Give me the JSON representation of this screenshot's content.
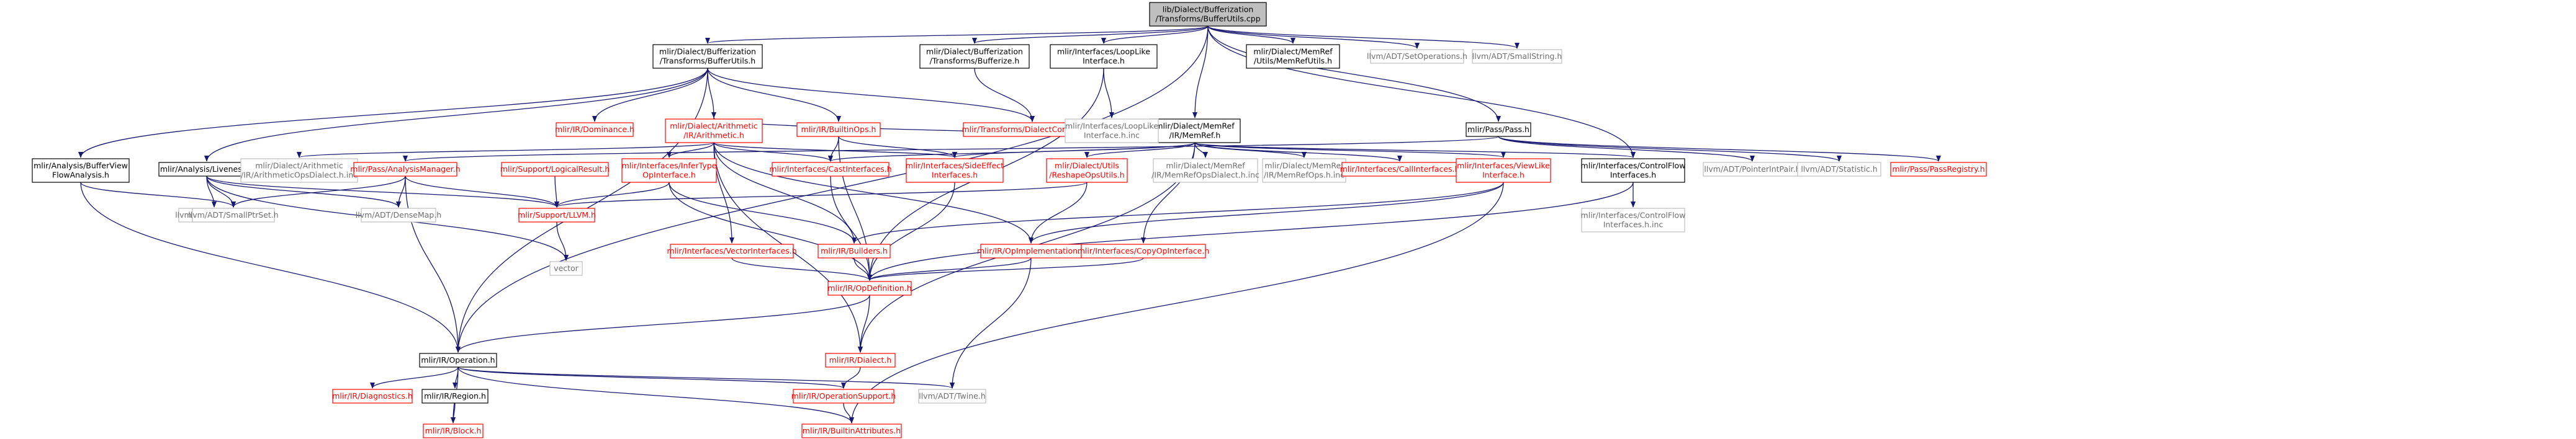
{
  "colors": {
    "edge": "#191970",
    "root_fill": "#bfbfbf",
    "documented_stroke": "#000000",
    "undocumented_stroke": "#bfbfbf",
    "missing_stroke": "#ff0000",
    "text_normal": "#000000",
    "text_gray": "#6e6e6e",
    "text_red": "#ff0000"
  },
  "nodes": [
    {
      "id": "root",
      "lines": [
        "lib/Dialect/Bufferization",
        "/Transforms/BufferUtils.cpp"
      ],
      "style": "root"
    },
    {
      "id": "bufferutils_h",
      "lines": [
        "mlir/Dialect/Bufferization",
        "/Transforms/BufferUtils.h"
      ],
      "style": "documented"
    },
    {
      "id": "bufferize_h",
      "lines": [
        "mlir/Dialect/Bufferization",
        "/Transforms/Bufferize.h"
      ],
      "style": "documented"
    },
    {
      "id": "looplike_h",
      "lines": [
        "mlir/Interfaces/LoopLike",
        "Interface.h"
      ],
      "style": "documented"
    },
    {
      "id": "memref_h",
      "lines": [
        "mlir/Dialect/MemRef",
        "/IR/MemRef.h"
      ],
      "style": "documented"
    },
    {
      "id": "memrefutils_h",
      "lines": [
        "mlir/Dialect/MemRef",
        "/Utils/MemRefUtils.h"
      ],
      "style": "documented"
    },
    {
      "id": "setops",
      "lines": [
        "llvm/ADT/SetOperations.h"
      ],
      "style": "undocumented"
    },
    {
      "id": "smallstring",
      "lines": [
        "llvm/ADT/SmallString.h"
      ],
      "style": "undocumented"
    },
    {
      "id": "pass_h",
      "lines": [
        "mlir/Pass/Pass.h"
      ],
      "style": "documented"
    },
    {
      "id": "dominance",
      "lines": [
        "mlir/IR/Dominance.h"
      ],
      "style": "missing"
    },
    {
      "id": "arith_h",
      "lines": [
        "mlir/Dialect/Arithmetic",
        "/IR/Arithmetic.h"
      ],
      "style": "missing"
    },
    {
      "id": "builtinops",
      "lines": [
        "mlir/IR/BuiltinOps.h"
      ],
      "style": "missing"
    },
    {
      "id": "dialectconv",
      "lines": [
        "mlir/Transforms/DialectConversion.h"
      ],
      "style": "missing"
    },
    {
      "id": "looplike_inc",
      "lines": [
        "mlir/Interfaces/LoopLike",
        "Interface.h.inc"
      ],
      "style": "undocumented"
    },
    {
      "id": "bufferview",
      "lines": [
        "mlir/Analysis/BufferView",
        "FlowAnalysis.h"
      ],
      "style": "documented"
    },
    {
      "id": "liveness",
      "lines": [
        "mlir/Analysis/Liveness.h"
      ],
      "style": "documented"
    },
    {
      "id": "arith_inc",
      "lines": [
        "mlir/Dialect/Arithmetic",
        "/IR/ArithmeticOpsDialect.h.inc"
      ],
      "style": "undocumented"
    },
    {
      "id": "analysismgr",
      "lines": [
        "mlir/Pass/AnalysisManager.h"
      ],
      "style": "missing"
    },
    {
      "id": "logicalresult",
      "lines": [
        "mlir/Support/LogicalResult.h"
      ],
      "style": "missing"
    },
    {
      "id": "infertype",
      "lines": [
        "mlir/Interfaces/InferType",
        "OpInterface.h"
      ],
      "style": "missing"
    },
    {
      "id": "castiface",
      "lines": [
        "mlir/Interfaces/CastInterfaces.h"
      ],
      "style": "missing"
    },
    {
      "id": "sideeffect",
      "lines": [
        "mlir/Interfaces/SideEffect",
        "Interfaces.h"
      ],
      "style": "missing"
    },
    {
      "id": "reshapeutils",
      "lines": [
        "mlir/Dialect/Utils",
        "/ReshapeOpsUtils.h"
      ],
      "style": "missing"
    },
    {
      "id": "memrefdialect_inc",
      "lines": [
        "mlir/Dialect/MemRef",
        "/IR/MemRefOpsDialect.h.inc"
      ],
      "style": "undocumented"
    },
    {
      "id": "memrefops_inc",
      "lines": [
        "mlir/Dialect/MemRef",
        "/IR/MemRefOps.h.inc"
      ],
      "style": "undocumented"
    },
    {
      "id": "calliface",
      "lines": [
        "mlir/Interfaces/CallInterfaces.h"
      ],
      "style": "missing"
    },
    {
      "id": "viewlike",
      "lines": [
        "mlir/Interfaces/ViewLike",
        "Interface.h"
      ],
      "style": "missing"
    },
    {
      "id": "controlflow",
      "lines": [
        "mlir/Interfaces/ControlFlow",
        "Interfaces.h"
      ],
      "style": "documented"
    },
    {
      "id": "pointerintpair",
      "lines": [
        "llvm/ADT/PointerIntPair.h"
      ],
      "style": "undocumented"
    },
    {
      "id": "statistic",
      "lines": [
        "llvm/ADT/Statistic.h"
      ],
      "style": "undocumented"
    },
    {
      "id": "passregistry",
      "lines": [
        "mlir/Pass/PassRegistry.h"
      ],
      "style": "missing"
    },
    {
      "id": "arrayref",
      "lines": [
        "llvm/ADT/ArrayRef.h"
      ],
      "style": "undocumented"
    },
    {
      "id": "smallptrset",
      "lines": [
        "llvm/ADT/SmallPtrSet.h"
      ],
      "style": "undocumented"
    },
    {
      "id": "densemap",
      "lines": [
        "llvm/ADT/DenseMap.h"
      ],
      "style": "undocumented"
    },
    {
      "id": "llvm_h",
      "lines": [
        "mlir/Support/LLVM.h"
      ],
      "style": "missing"
    },
    {
      "id": "vectoriface",
      "lines": [
        "mlir/Interfaces/VectorInterfaces.h"
      ],
      "style": "missing"
    },
    {
      "id": "builders",
      "lines": [
        "mlir/IR/Builders.h"
      ],
      "style": "missing"
    },
    {
      "id": "opimpl",
      "lines": [
        "mlir/IR/OpImplementation.h"
      ],
      "style": "missing"
    },
    {
      "id": "copyop",
      "lines": [
        "mlir/Interfaces/CopyOpInterface.h"
      ],
      "style": "missing"
    },
    {
      "id": "controlflow_inc",
      "lines": [
        "mlir/Interfaces/ControlFlow",
        "Interfaces.h.inc"
      ],
      "style": "undocumented"
    },
    {
      "id": "vector",
      "lines": [
        "vector"
      ],
      "style": "undocumented"
    },
    {
      "id": "opdefinition",
      "lines": [
        "mlir/IR/OpDefinition.h"
      ],
      "style": "missing"
    },
    {
      "id": "operation",
      "lines": [
        "mlir/IR/Operation.h"
      ],
      "style": "documented"
    },
    {
      "id": "dialect_h",
      "lines": [
        "mlir/IR/Dialect.h"
      ],
      "style": "missing"
    },
    {
      "id": "diagnostics",
      "lines": [
        "mlir/IR/Diagnostics.h"
      ],
      "style": "missing"
    },
    {
      "id": "region",
      "lines": [
        "mlir/IR/Region.h"
      ],
      "style": "documented"
    },
    {
      "id": "opsupport",
      "lines": [
        "mlir/IR/OperationSupport.h"
      ],
      "style": "missing"
    },
    {
      "id": "twine",
      "lines": [
        "llvm/ADT/Twine.h"
      ],
      "style": "undocumented"
    },
    {
      "id": "block",
      "lines": [
        "mlir/IR/Block.h"
      ],
      "style": "missing"
    },
    {
      "id": "builtinattr",
      "lines": [
        "mlir/IR/BuiltinAttributes.h"
      ],
      "style": "missing"
    }
  ],
  "edges": [
    [
      "root",
      "bufferutils_h"
    ],
    [
      "root",
      "bufferize_h"
    ],
    [
      "root",
      "looplike_h"
    ],
    [
      "root",
      "memref_h"
    ],
    [
      "root",
      "memrefutils_h"
    ],
    [
      "root",
      "setops"
    ],
    [
      "root",
      "smallstring"
    ],
    [
      "root",
      "pass_h"
    ],
    [
      "root",
      "operation"
    ],
    [
      "root",
      "controlflow"
    ],
    [
      "bufferutils_h",
      "bufferview"
    ],
    [
      "bufferutils_h",
      "liveness"
    ],
    [
      "bufferutils_h",
      "dominance"
    ],
    [
      "bufferutils_h",
      "arith_h"
    ],
    [
      "bufferutils_h",
      "builtinops"
    ],
    [
      "bufferutils_h",
      "dialectconv"
    ],
    [
      "bufferutils_h",
      "operation"
    ],
    [
      "bufferize_h",
      "dialectconv"
    ],
    [
      "looplike_h",
      "looplike_inc"
    ],
    [
      "looplike_h",
      "opdefinition"
    ],
    [
      "memref_h",
      "arith_h"
    ],
    [
      "memref_h",
      "castiface"
    ],
    [
      "memref_h",
      "sideeffect"
    ],
    [
      "memref_h",
      "reshapeutils"
    ],
    [
      "memref_h",
      "memrefdialect_inc"
    ],
    [
      "memref_h",
      "memrefops_inc"
    ],
    [
      "memref_h",
      "calliface"
    ],
    [
      "memref_h",
      "viewlike"
    ],
    [
      "memref_h",
      "controlflow"
    ],
    [
      "memref_h",
      "copyop"
    ],
    [
      "memref_h",
      "dialect_h"
    ],
    [
      "pass_h",
      "analysismgr"
    ],
    [
      "pass_h",
      "pointerintpair"
    ],
    [
      "pass_h",
      "statistic"
    ],
    [
      "pass_h",
      "passregistry"
    ],
    [
      "arith_h",
      "arith_inc"
    ],
    [
      "arith_h",
      "infertype"
    ],
    [
      "arith_h",
      "castiface"
    ],
    [
      "arith_h",
      "sideeffect"
    ],
    [
      "arith_h",
      "vectoriface"
    ],
    [
      "arith_h",
      "builders"
    ],
    [
      "arith_h",
      "opimpl"
    ],
    [
      "arith_h",
      "dialect_h"
    ],
    [
      "builtinops",
      "castiface"
    ],
    [
      "builtinops",
      "sideeffect"
    ],
    [
      "builtinops",
      "opdefinition"
    ],
    [
      "bufferview",
      "smallptrset"
    ],
    [
      "bufferview",
      "operation"
    ],
    [
      "liveness",
      "arrayref"
    ],
    [
      "liveness",
      "smallptrset"
    ],
    [
      "liveness",
      "densemap"
    ],
    [
      "liveness",
      "llvm_h"
    ],
    [
      "liveness",
      "vector"
    ],
    [
      "analysismgr",
      "smallptrset"
    ],
    [
      "analysismgr",
      "densemap"
    ],
    [
      "analysismgr",
      "llvm_h"
    ],
    [
      "analysismgr",
      "operation"
    ],
    [
      "logicalresult",
      "llvm_h"
    ],
    [
      "infertype",
      "llvm_h"
    ],
    [
      "infertype",
      "builders"
    ],
    [
      "infertype",
      "opdefinition"
    ],
    [
      "castiface",
      "opdefinition"
    ],
    [
      "sideeffect",
      "opdefinition"
    ],
    [
      "reshapeutils",
      "llvm_h"
    ],
    [
      "reshapeutils",
      "opimpl"
    ],
    [
      "viewlike",
      "builders"
    ],
    [
      "viewlike",
      "opimpl"
    ],
    [
      "viewlike",
      "builtinattr"
    ],
    [
      "controlflow",
      "controlflow_inc"
    ],
    [
      "controlflow",
      "opdefinition"
    ],
    [
      "llvm_h",
      "vector"
    ],
    [
      "vectoriface",
      "opdefinition"
    ],
    [
      "builders",
      "opdefinition"
    ],
    [
      "opimpl",
      "opdefinition"
    ],
    [
      "opimpl",
      "twine"
    ],
    [
      "copyop",
      "opdefinition"
    ],
    [
      "opdefinition",
      "operation"
    ],
    [
      "opdefinition",
      "dialect_h"
    ],
    [
      "operation",
      "diagnostics"
    ],
    [
      "operation",
      "region"
    ],
    [
      "operation",
      "opsupport"
    ],
    [
      "operation",
      "twine"
    ],
    [
      "operation",
      "block"
    ],
    [
      "operation",
      "builtinattr"
    ],
    [
      "dialect_h",
      "opsupport"
    ],
    [
      "region",
      "block"
    ],
    [
      "opsupport",
      "builtinattr"
    ]
  ]
}
